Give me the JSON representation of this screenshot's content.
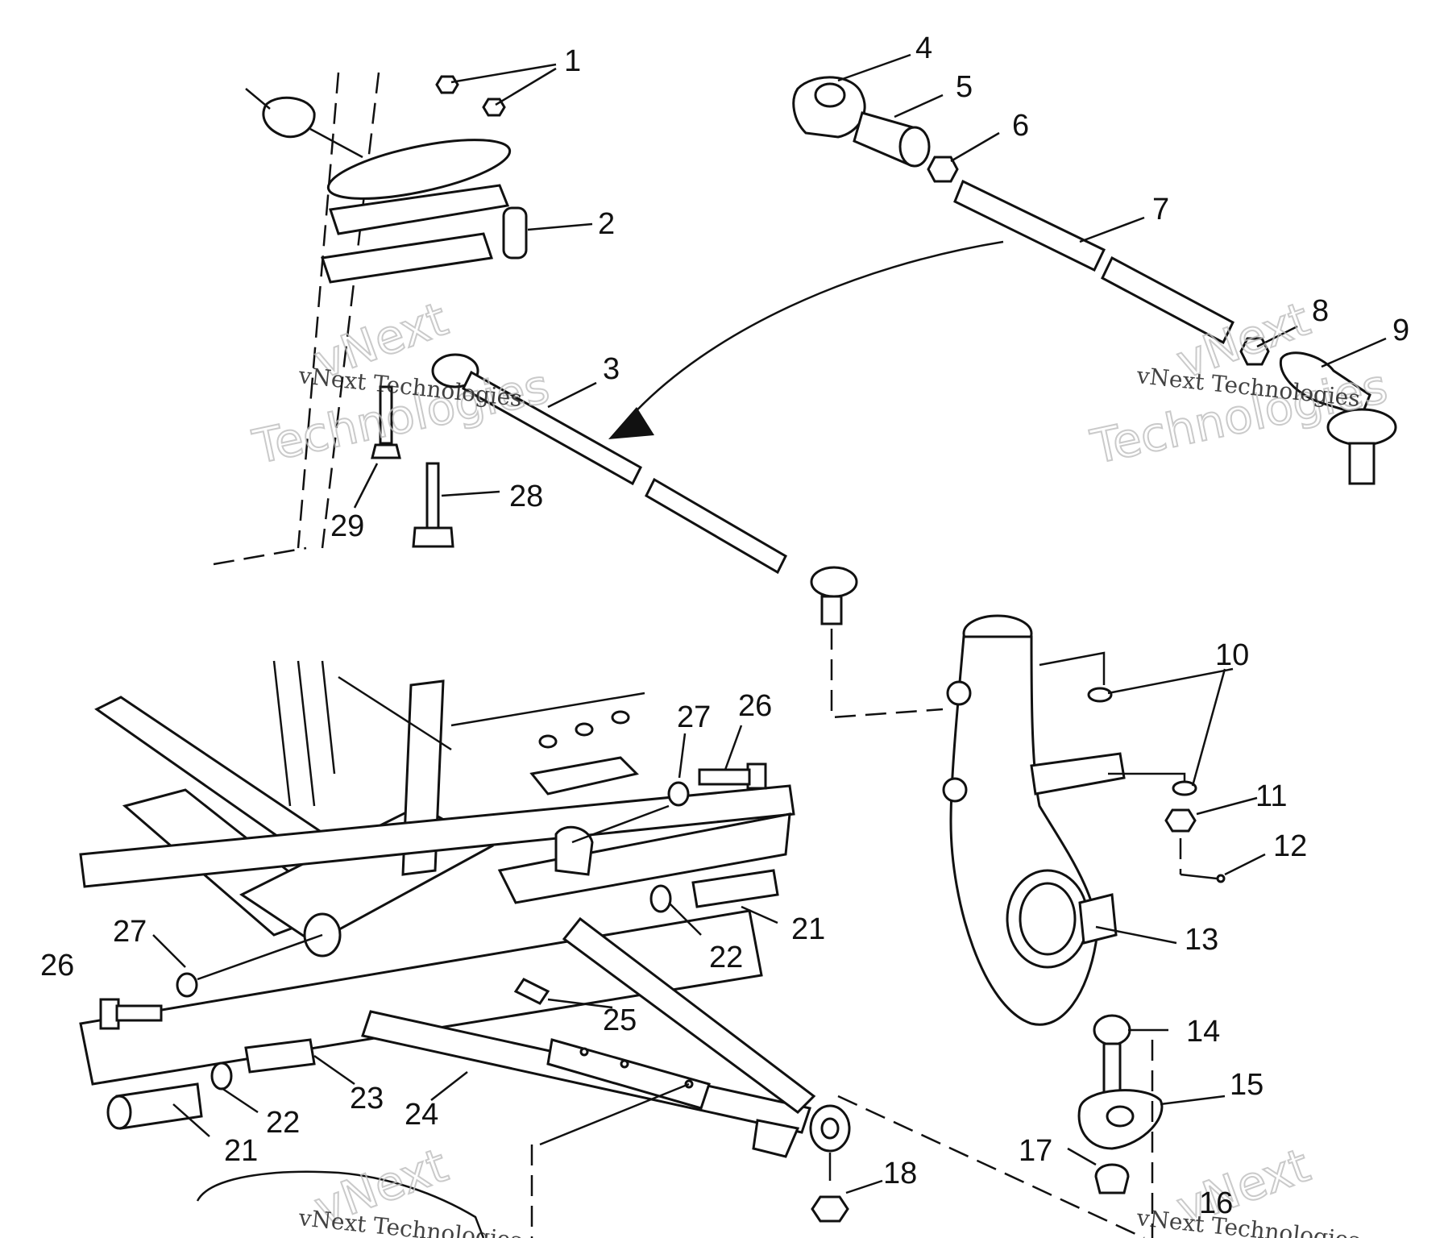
{
  "callouts": [
    {
      "id": "c1",
      "text": "1"
    },
    {
      "id": "c2",
      "text": "2"
    },
    {
      "id": "c3",
      "text": "3"
    },
    {
      "id": "c4",
      "text": "4"
    },
    {
      "id": "c5",
      "text": "5"
    },
    {
      "id": "c6",
      "text": "6"
    },
    {
      "id": "c7",
      "text": "7"
    },
    {
      "id": "c8",
      "text": "8"
    },
    {
      "id": "c9",
      "text": "9"
    },
    {
      "id": "c10",
      "text": "10"
    },
    {
      "id": "c11",
      "text": "11"
    },
    {
      "id": "c12",
      "text": "12"
    },
    {
      "id": "c13",
      "text": "13"
    },
    {
      "id": "c14",
      "text": "14"
    },
    {
      "id": "c15",
      "text": "15"
    },
    {
      "id": "c16",
      "text": "16"
    },
    {
      "id": "c17",
      "text": "17"
    },
    {
      "id": "c18",
      "text": "18"
    },
    {
      "id": "c21a",
      "text": "21"
    },
    {
      "id": "c21b",
      "text": "21"
    },
    {
      "id": "c22a",
      "text": "22"
    },
    {
      "id": "c22b",
      "text": "22"
    },
    {
      "id": "c23",
      "text": "23"
    },
    {
      "id": "c24",
      "text": "24"
    },
    {
      "id": "c25",
      "text": "25"
    },
    {
      "id": "c26a",
      "text": "26"
    },
    {
      "id": "c26b",
      "text": "26"
    },
    {
      "id": "c27a",
      "text": "27"
    },
    {
      "id": "c27b",
      "text": "27"
    },
    {
      "id": "c28",
      "text": "28"
    },
    {
      "id": "c29",
      "text": "29"
    }
  ],
  "watermark": {
    "line": "vNext Technologies",
    "big1": "vNext",
    "big2": "Technologies"
  }
}
